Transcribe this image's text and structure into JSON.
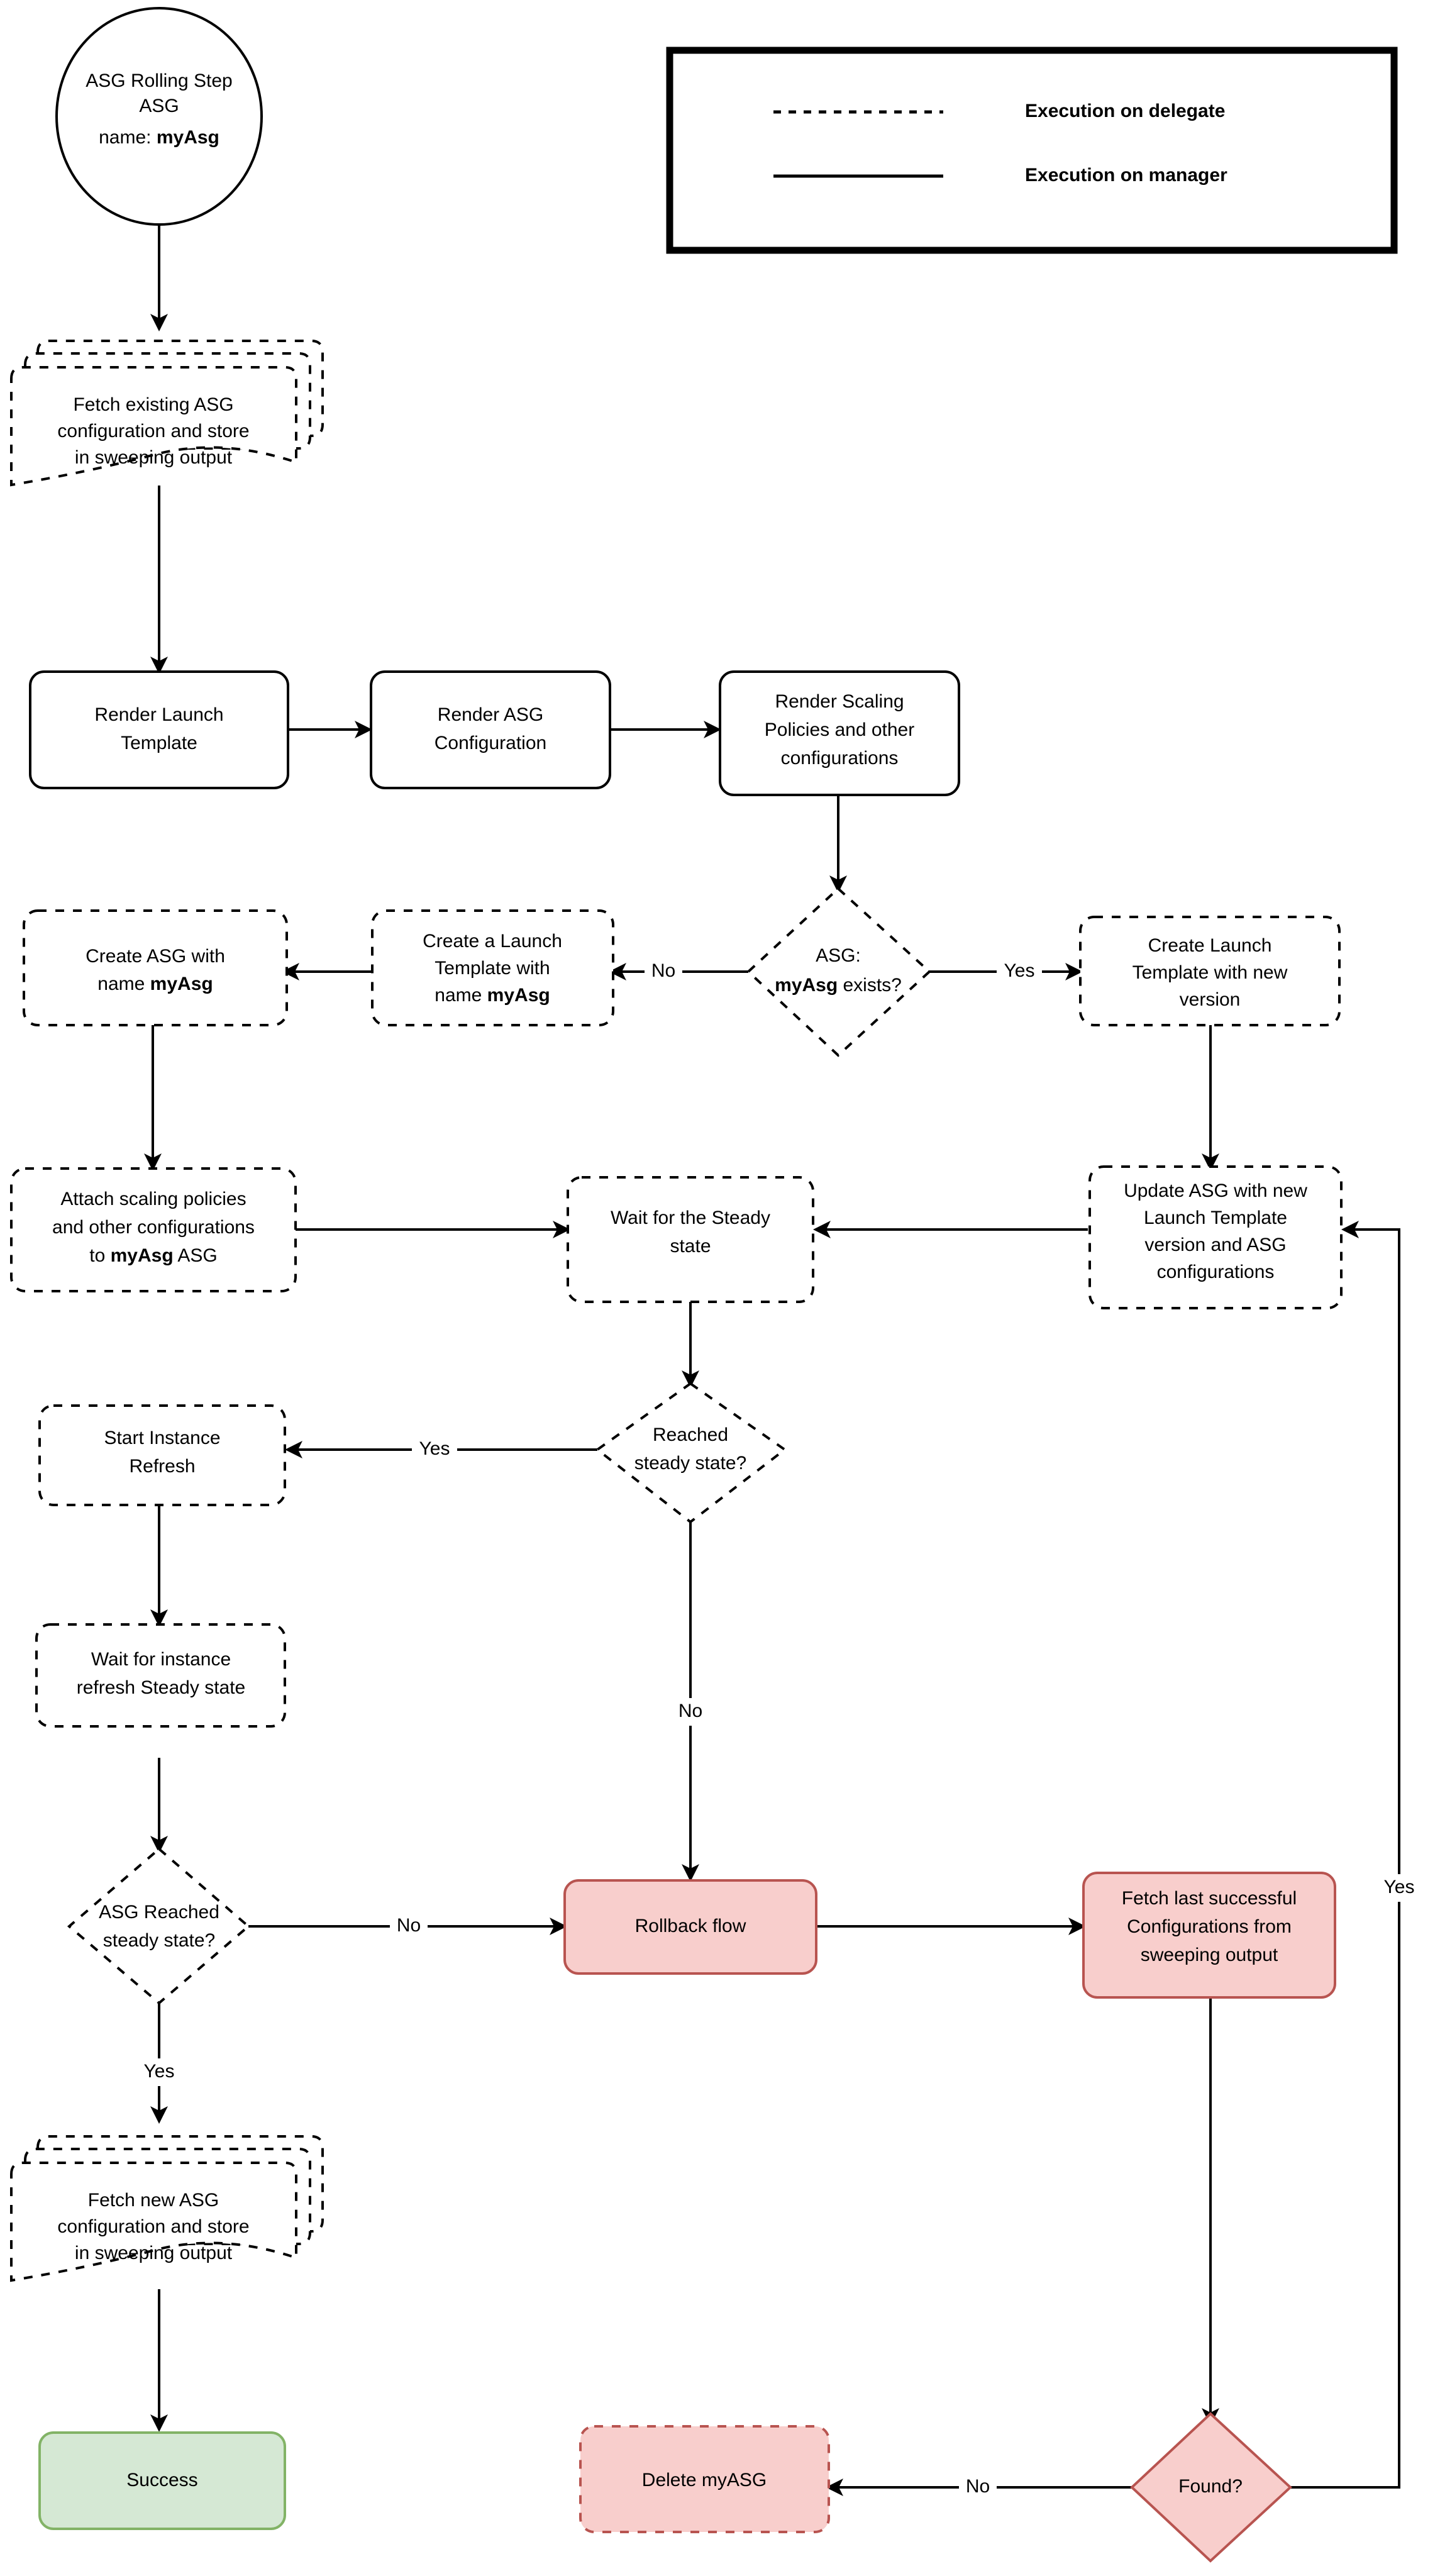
{
  "diagram": {
    "title": "ASG Rolling Step flowchart",
    "colors": {
      "red_fill": "#f8cecc",
      "red_stroke": "#b85450",
      "green_fill": "#d5e8d4",
      "green_stroke": "#82b366",
      "default_fill": "#ffffff",
      "default_stroke": "#000000"
    }
  },
  "legend": {
    "items": [
      {
        "style": "dashed",
        "label": "Execution on delegate"
      },
      {
        "style": "solid",
        "label": "Execution on manager"
      }
    ]
  },
  "nodes": {
    "start": {
      "shape": "ellipse",
      "line1": "ASG Rolling Step",
      "line2": "ASG",
      "line3_prefix": "name: ",
      "line3_bold": "myAsg"
    },
    "fetch_existing": {
      "shape": "multi-document",
      "line1": "Fetch existing ASG",
      "line2": "configuration and store",
      "line3": "in sweeping output"
    },
    "render_launch_template": {
      "shape": "rounded-rect",
      "line1": "Render Launch",
      "line2": "Template"
    },
    "render_asg_config": {
      "shape": "rounded-rect",
      "line1": "Render ASG",
      "line2": "Configuration"
    },
    "render_scaling_policies": {
      "shape": "rounded-rect",
      "line1": "Render Scaling",
      "line2": "Policies and other",
      "line3": "configurations"
    },
    "asg_exists": {
      "shape": "diamond",
      "line1": "ASG:",
      "line2_bold": "myAsg",
      "line2_rest": " exists?"
    },
    "create_launch_template_new_version": {
      "shape": "rounded-rect",
      "line1": "Create Launch",
      "line2": "Template with new",
      "line3": "version"
    },
    "create_a_launch_template": {
      "shape": "rounded-rect",
      "line1": "Create a Launch",
      "line2": "Template with",
      "line3_prefix": "name ",
      "line3_bold": "myAsg"
    },
    "create_asg": {
      "shape": "rounded-rect",
      "line1": "Create ASG with",
      "line2_prefix": "name ",
      "line2_bold": "myAsg"
    },
    "attach_scaling_policies": {
      "shape": "rounded-rect",
      "line1": "Attach scaling policies",
      "line2": "and other configurations",
      "line3_prefix": "to ",
      "line3_bold": "myAsg",
      "line3_suffix": " ASG"
    },
    "wait_steady": {
      "shape": "rounded-rect",
      "line1": "Wait for the Steady",
      "line2": "state"
    },
    "update_asg": {
      "shape": "rounded-rect",
      "line1": "Update ASG with new",
      "line2": "Launch Template",
      "line3": "version and ASG",
      "line4": "configurations"
    },
    "reached_steady": {
      "shape": "diamond",
      "line1": "Reached",
      "line2": "steady state?"
    },
    "start_instance_refresh": {
      "shape": "rounded-rect",
      "line1": "Start Instance",
      "line2": "Refresh"
    },
    "wait_instance_refresh": {
      "shape": "rounded-rect",
      "line1": "Wait for instance",
      "line2": "refresh Steady state"
    },
    "asg_reached_steady": {
      "shape": "diamond",
      "line1": "ASG Reached",
      "line2": "steady state?"
    },
    "rollback_flow": {
      "shape": "rounded-rect",
      "line1": "Rollback flow"
    },
    "fetch_last_successful": {
      "shape": "rounded-rect",
      "line1": "Fetch last successful",
      "line2": "Configurations from",
      "line3": "sweeping output"
    },
    "fetch_new_asg": {
      "shape": "multi-document",
      "line1": "Fetch new ASG",
      "line2": "configuration and store",
      "line3": "in sweeping output"
    },
    "success": {
      "shape": "rounded-rect",
      "line1": "Success"
    },
    "delete_myasg": {
      "shape": "rounded-rect",
      "line1": "Delete myASG"
    },
    "found": {
      "shape": "diamond",
      "line1": "Found?"
    }
  },
  "edge_labels": {
    "asg_exists_no": "No",
    "asg_exists_yes": "Yes",
    "reached_steady_yes": "Yes",
    "reached_steady_no": "No",
    "asg_reached_steady_no": "No",
    "asg_reached_steady_yes": "Yes",
    "found_no": "No",
    "found_yes": "Yes"
  }
}
